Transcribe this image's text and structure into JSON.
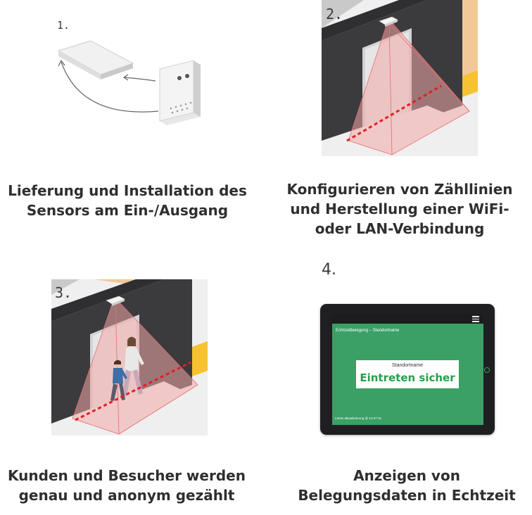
{
  "steps": [
    {
      "number": "1.",
      "caption_lines": [
        "Lieferung und Installation des",
        "Sensors am Ein-/Ausgang"
      ]
    },
    {
      "number": "2.",
      "caption_lines": [
        "Konfigurieren von Zähllinien",
        "und Herstellung einer WiFi-",
        "oder LAN-Verbindung"
      ]
    },
    {
      "number": "3.",
      "caption_lines": [
        "Kunden und Besucher werden",
        "genau und anonym gezählt"
      ]
    },
    {
      "number": "4.",
      "caption_lines": [
        "Anzeigen von",
        "Belegungsdaten in Echtzeit"
      ]
    }
  ],
  "tablet": {
    "menu_icon": "menu-icon",
    "header": "Echtzeitbelegung – Standortname",
    "location_name": "Standortname",
    "status": "Eintreten sicher",
    "footer": "Letzte aktualisierung @ 12:57:15",
    "screen_color": "#3aa065",
    "status_color": "#2a9d4e"
  },
  "colors": {
    "wall": "#3b3a3d",
    "floor": "#ececec",
    "accent_wall": "#f2c896",
    "beam": "#e56b6b",
    "count_line": "#e02020",
    "box": "#f6c232"
  }
}
